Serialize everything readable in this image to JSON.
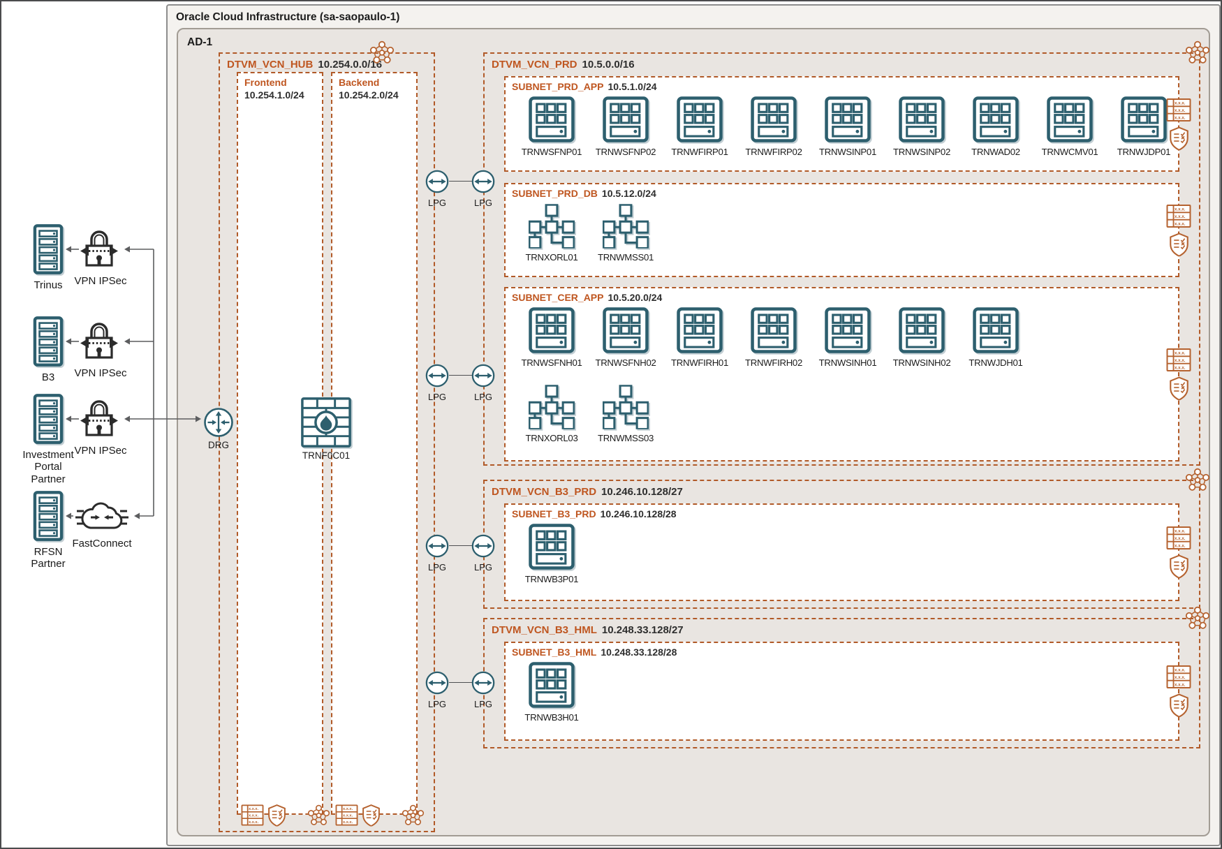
{
  "oci": {
    "title": "Oracle Cloud Infrastructure (sa-saopaulo-1)",
    "ad_label": "AD-1"
  },
  "external": {
    "rows": [
      {
        "source": "Trinus",
        "gateway": "VPN IPSec",
        "gateway_type": "vpn-ipsec"
      },
      {
        "source": "B3",
        "gateway": "VPN IPSec",
        "gateway_type": "vpn-ipsec"
      },
      {
        "source": "Investment Portal Partner",
        "gateway": "VPN IPSec",
        "gateway_type": "vpn-ipsec"
      },
      {
        "source": "RFSN Partner",
        "gateway": "FastConnect",
        "gateway_type": "fastconnect"
      }
    ]
  },
  "hub": {
    "name": "DTVM_VCN_HUB",
    "cidr": "10.254.0.0/16",
    "drg_label": "DRG",
    "firewall_label": "TRNF0C01",
    "subnets": [
      {
        "name": "Frontend",
        "cidr": "10.254.1.0/24"
      },
      {
        "name": "Backend",
        "cidr": "10.254.2.0/24"
      }
    ]
  },
  "labels": {
    "lpg": "LPG"
  },
  "vcns": [
    {
      "name": "DTVM_VCN_PRD",
      "cidr": "10.5.0.0/16",
      "subnets": [
        {
          "name": "SUBNET_PRD_APP",
          "cidr": "10.5.1.0/24",
          "servers": [
            "TRNWSFNP01",
            "TRNWSFNP02",
            "TRNWFIRP01",
            "TRNWFIRP02",
            "TRNWSINP01",
            "TRNWSINP02",
            "TRNWAD02",
            "TRNWCMV01",
            "TRNWJDP01"
          ],
          "clusters": []
        },
        {
          "name": "SUBNET_PRD_DB",
          "cidr": "10.5.12.0/24",
          "servers": [],
          "clusters": [
            "TRNXORL01",
            "TRNWMSS01"
          ]
        },
        {
          "name": "SUBNET_CER_APP",
          "cidr": "10.5.20.0/24",
          "servers": [
            "TRNWSFNH01",
            "TRNWSFNH02",
            "TRNWFIRH01",
            "TRNWFIRH02",
            "TRNWSINH01",
            "TRNWSINH02",
            "TRNWJDH01"
          ],
          "clusters": [
            "TRNXORL03",
            "TRNWMSS03"
          ]
        }
      ]
    },
    {
      "name": "DTVM_VCN_B3_PRD",
      "cidr": "10.246.10.128/27",
      "subnets": [
        {
          "name": "SUBNET_B3_PRD",
          "cidr": "10.246.10.128/28",
          "servers": [
            "TRNWB3P01"
          ],
          "clusters": []
        }
      ]
    },
    {
      "name": "DTVM_VCN_B3_HML",
      "cidr": "10.248.33.128/27",
      "subnets": [
        {
          "name": "SUBNET_B3_HML",
          "cidr": "10.248.33.128/28",
          "servers": [
            "TRNWB3H01"
          ],
          "clusters": []
        }
      ]
    }
  ],
  "colors": {
    "dashed_orange": "#b15a28",
    "label_orange": "#bf5620",
    "node_teal": "#2d5f6e",
    "gateway_dark": "#2b2b2b",
    "oci_bg": "#f4f2ef",
    "ad_bg": "#e9e5e1"
  }
}
